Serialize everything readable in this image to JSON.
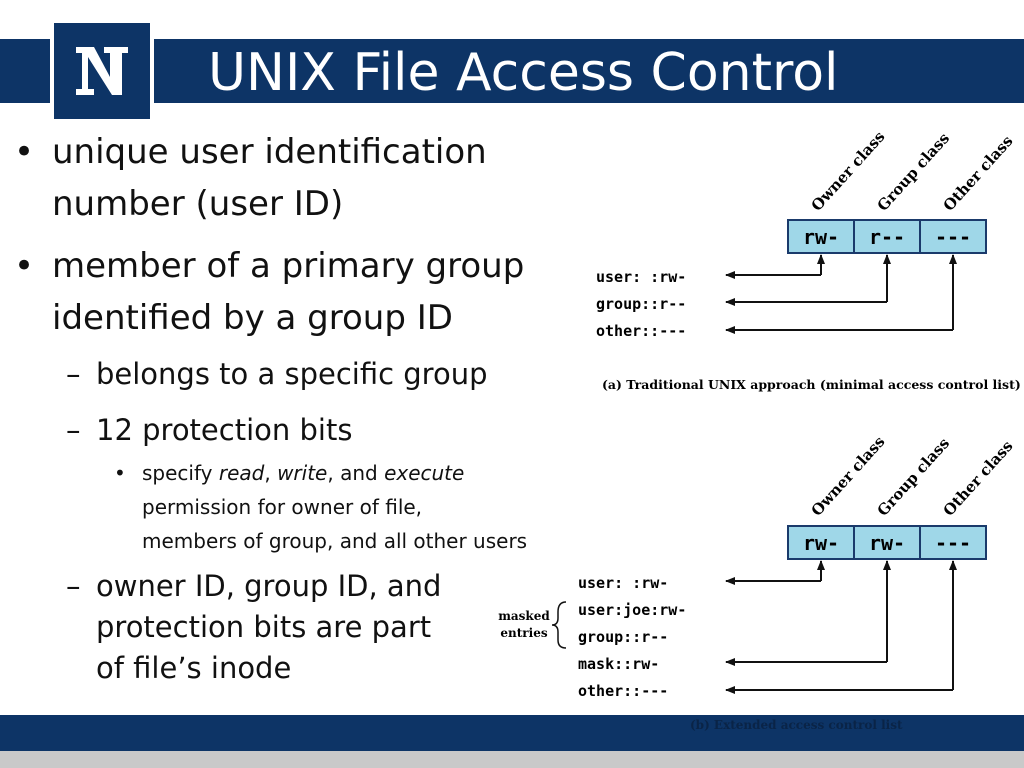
{
  "slide": {
    "title": "UNIX File Access Control",
    "logo_letter": "N"
  },
  "bullets": {
    "b1": "unique user identification number (user ID)",
    "b2": "member of a primary group identified by a group ID",
    "b2_sub1": "belongs to a specific group",
    "b2_sub2": "12 protection bits",
    "b2_sub2_detail": {
      "pre": "specify ",
      "read": "read",
      "sep1": ", ",
      "write": "write",
      "sep2": ", and ",
      "execute": "execute",
      "line2": "permission for owner of file,",
      "line3": "members of group, and all other users"
    },
    "b2_sub3": "owner ID, group ID, and protection bits are part of file’s inode"
  },
  "diagram_a": {
    "class_labels": [
      "Owner class",
      "Group class",
      "Other class"
    ],
    "boxes": [
      "rw-",
      "r--",
      "---"
    ],
    "entries": [
      "user: :rw-",
      "group::r--",
      "other::---"
    ],
    "caption": "(a) Traditional UNIX approach (minimal access control list)"
  },
  "diagram_b": {
    "class_labels": [
      "Owner class",
      "Group class",
      "Other class"
    ],
    "boxes": [
      "rw-",
      "rw-",
      "---"
    ],
    "entries": [
      "user: :rw-",
      "user:joe:rw-",
      "group::r--",
      "mask::rw-",
      "other::---"
    ],
    "masked_label": [
      "masked",
      "entries"
    ],
    "caption": "(b) Extended access control list"
  },
  "colors": {
    "header": "#0d3466",
    "box_fill": "#9fd7e8",
    "footer_strip": "#c9c9c9"
  }
}
